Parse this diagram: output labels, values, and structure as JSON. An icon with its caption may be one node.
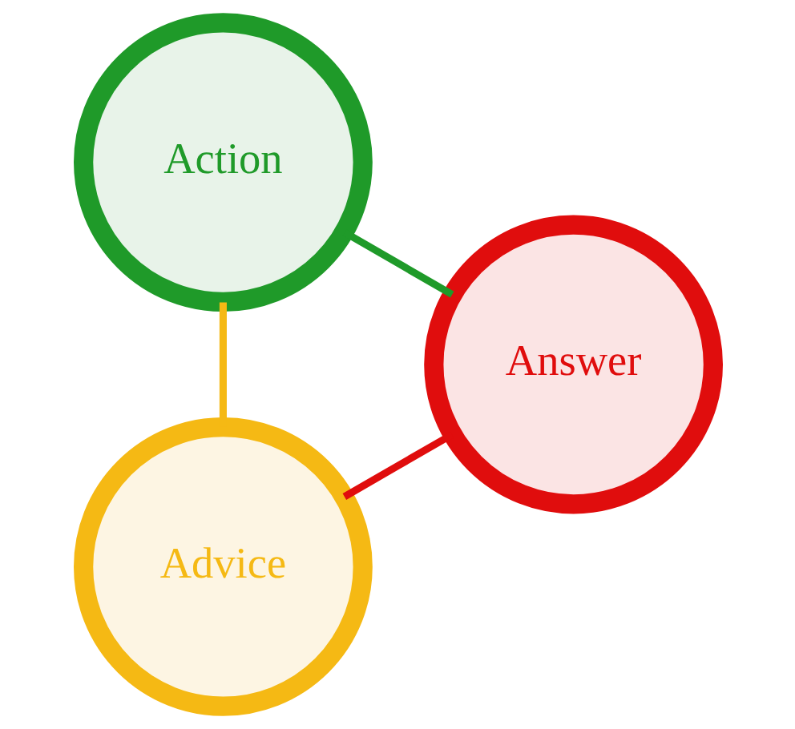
{
  "diagram": {
    "nodes": [
      {
        "text": [
          "Advice"
        ]
      },
      {
        "text": [
          "Action"
        ]
      },
      {
        "text": [
          "Answer"
        ]
      }
    ],
    "edges": [
      {
        "from": 0,
        "to": 1,
        "arrow": "none",
        "color": "#f5b914"
      },
      {
        "from": 2,
        "to": 0,
        "arrow": "none",
        "color": "#e00d0d"
      },
      {
        "from": 1,
        "to": 2,
        "arrow": "none",
        "color": "#1f9a29"
      }
    ]
  }
}
